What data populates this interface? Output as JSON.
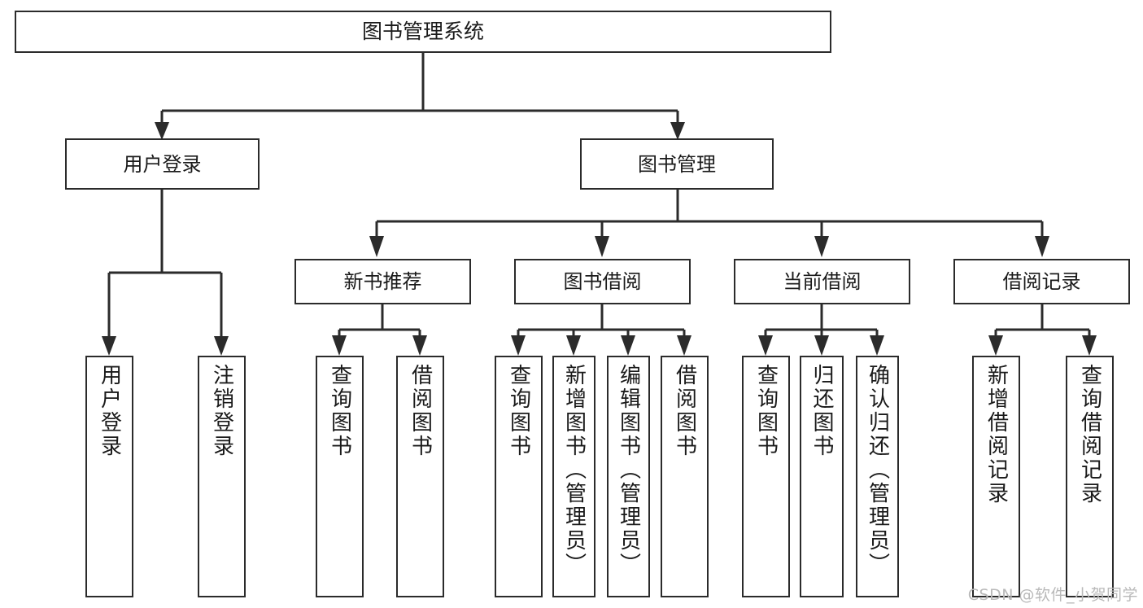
{
  "diagram": {
    "title": "图书管理系统",
    "type": "tree",
    "colors": {
      "line": "#2b2b2b",
      "box_border": "#2b2b2b",
      "box_fill": "#ffffff",
      "text": "#1a1a1a",
      "watermark": "#b9b9b9",
      "background": "#ffffff"
    },
    "root": {
      "label": "图书管理系统"
    },
    "level2": [
      {
        "id": "user-login",
        "label": "用户登录"
      },
      {
        "id": "book-manage",
        "label": "图书管理"
      }
    ],
    "level3": [
      {
        "id": "new-book-rec",
        "label": "新书推荐",
        "parent": "book-manage"
      },
      {
        "id": "book-borrow",
        "label": "图书借阅",
        "parent": "book-manage"
      },
      {
        "id": "current-borrow",
        "label": "当前借阅",
        "parent": "book-manage"
      },
      {
        "id": "borrow-record",
        "label": "借阅记录",
        "parent": "book-manage"
      }
    ],
    "leaves": [
      {
        "id": "leaf-user-login",
        "label": "用户登录",
        "parent": "user-login"
      },
      {
        "id": "leaf-user-logout",
        "label": "注销登录",
        "parent": "user-login"
      },
      {
        "id": "leaf-query-book-1",
        "label": "查询图书",
        "parent": "new-book-rec"
      },
      {
        "id": "leaf-borrow-book-1",
        "label": "借阅图书",
        "parent": "new-book-rec"
      },
      {
        "id": "leaf-query-book-2",
        "label": "查询图书",
        "parent": "book-borrow"
      },
      {
        "id": "leaf-add-book",
        "label": "新增图书（管理员）",
        "parent": "book-borrow"
      },
      {
        "id": "leaf-edit-book",
        "label": "编辑图书（管理员）",
        "parent": "book-borrow"
      },
      {
        "id": "leaf-borrow-book-2",
        "label": "借阅图书",
        "parent": "book-borrow"
      },
      {
        "id": "leaf-query-book-3",
        "label": "查询图书",
        "parent": "current-borrow"
      },
      {
        "id": "leaf-return-book",
        "label": "归还图书",
        "parent": "current-borrow"
      },
      {
        "id": "leaf-confirm-return",
        "label": "确认归还（管理员）",
        "parent": "current-borrow"
      },
      {
        "id": "leaf-add-record",
        "label": "新增借阅记录",
        "parent": "borrow-record"
      },
      {
        "id": "leaf-query-record",
        "label": "查询借阅记录",
        "parent": "borrow-record"
      }
    ],
    "watermark": "CSDN @软件_小贺同学"
  }
}
